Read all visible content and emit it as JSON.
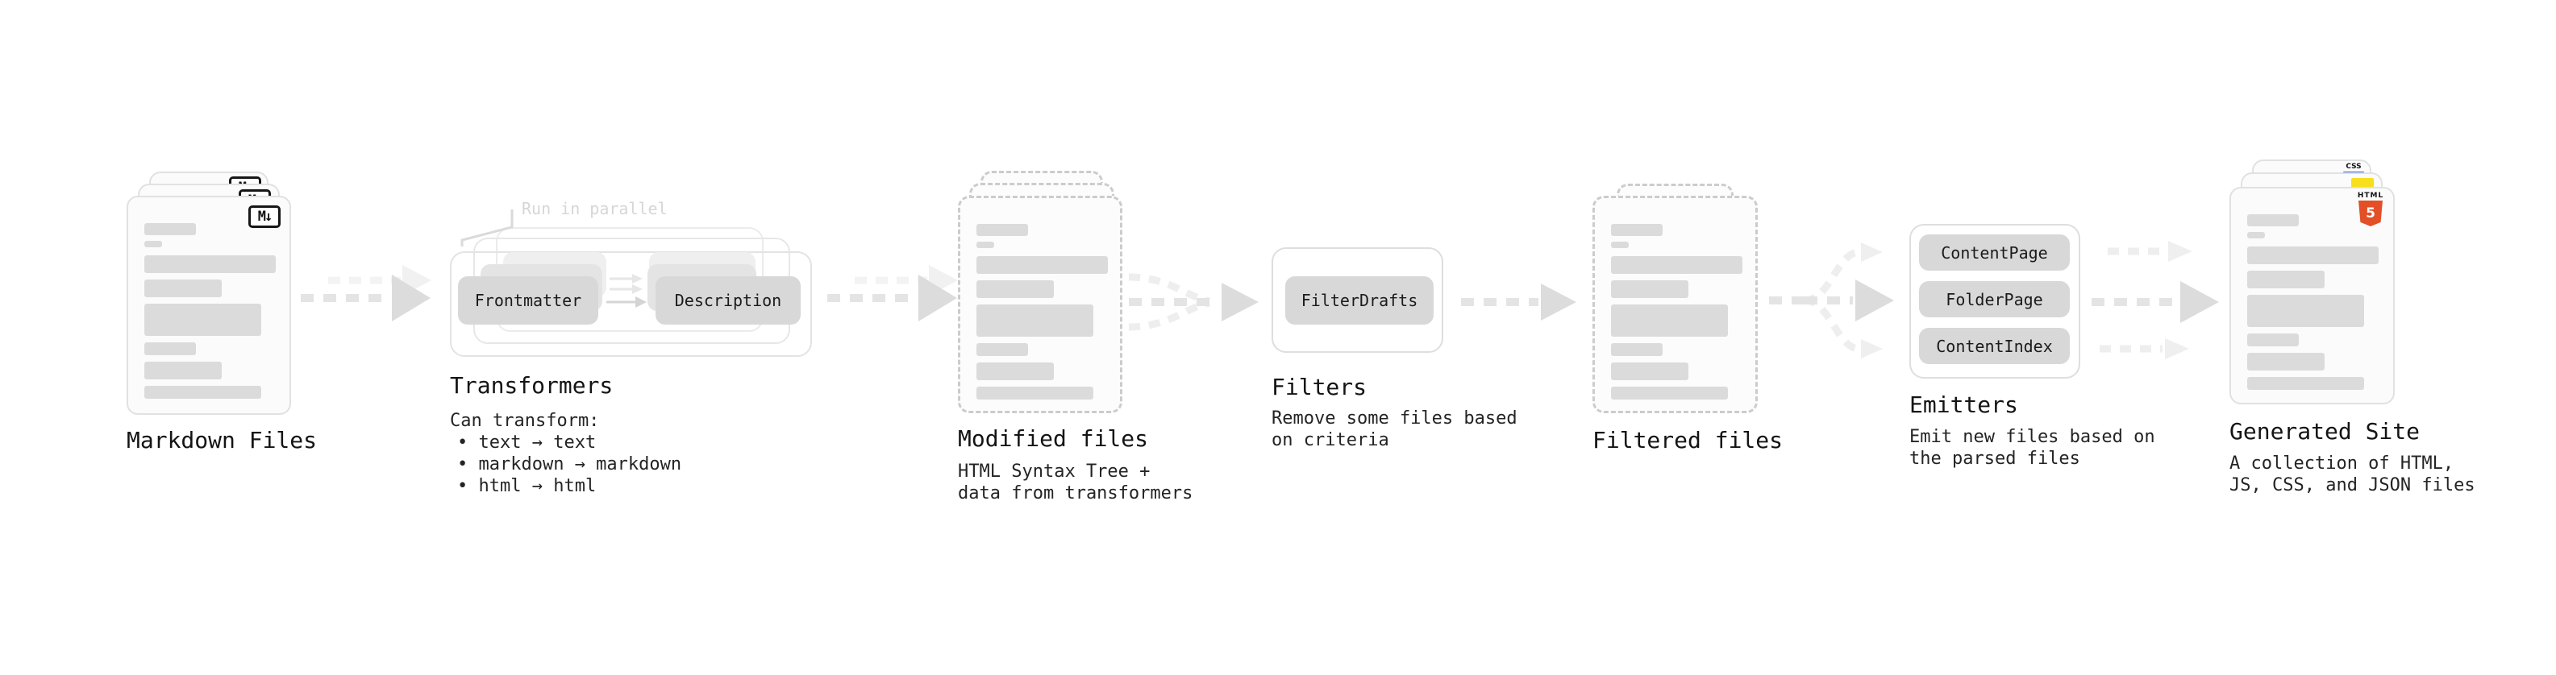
{
  "stages": {
    "markdown_files": {
      "title": "Markdown Files",
      "badge": "M↓"
    },
    "transformers": {
      "title": "Transformers",
      "annotation": "Run in parallel",
      "pill_from": "Frontmatter",
      "pill_to": "Description",
      "desc": "Can transform:",
      "bullets": [
        "• text → text",
        "• markdown → markdown",
        "• html → html"
      ]
    },
    "modified_files": {
      "title": "Modified files",
      "desc_lines": [
        "HTML Syntax Tree +",
        "data from transformers"
      ]
    },
    "filters": {
      "title": "Filters",
      "pill": "FilterDrafts",
      "desc_lines": [
        "Remove some files based",
        "on criteria"
      ]
    },
    "filtered_files": {
      "title": "Filtered files"
    },
    "emitters": {
      "title": "Emitters",
      "pills": [
        "ContentPage",
        "FolderPage",
        "ContentIndex"
      ],
      "desc_lines": [
        "Emit new files based on",
        "the parsed files"
      ]
    },
    "generated_site": {
      "title": "Generated Site",
      "desc_lines": [
        "A collection of HTML,",
        "JS, CSS, and JSON files"
      ],
      "badges": {
        "css": "CSS",
        "html_label": "HTML",
        "html_number": "5"
      }
    }
  },
  "colors": {
    "html5_orange": "#E34F26",
    "js_yellow": "#F7DF1E",
    "css_blue": "#2965F1",
    "pill_gray": "#D8D8D8",
    "placeholder_gray": "#DBDBDB",
    "arrow_gray": "#DCDCDC",
    "muted_annotation": "#D6D6D6",
    "text": "#1B1B1B"
  }
}
